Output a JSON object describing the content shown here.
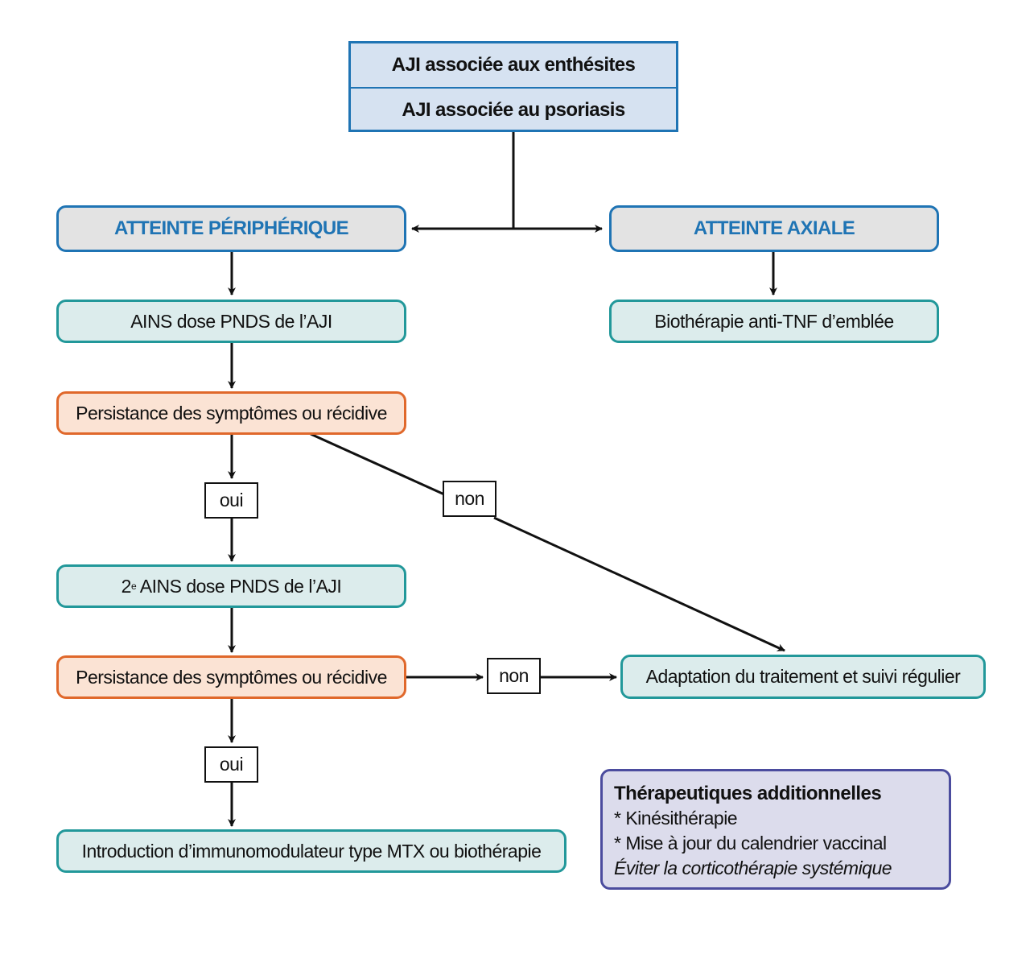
{
  "header": {
    "rows": [
      "AJI associée aux enthésites",
      "AJI associée au psoriasis"
    ]
  },
  "branches": {
    "peripheral": "ATTEINTE PÉRIPHÉRIQUE",
    "axial": "ATTEINTE AXIALE"
  },
  "peripheral_steps": {
    "step1": "AINS dose PNDS de l’AJI",
    "question1": "Persistance des symptômes ou récidive",
    "yes1": "oui",
    "no1": "non",
    "step2_prefix": "2",
    "step2_sup": "e",
    "step2_text": " AINS dose PNDS de l’AJI",
    "question2": "Persistance des symptômes ou récidive",
    "yes2": "oui",
    "no2": "non",
    "step3": "Introduction d’immunomodulateur type MTX ou biothérapie"
  },
  "axial_steps": {
    "step1": "Biothérapie anti-TNF d’emblée"
  },
  "outcome": {
    "adaptation": "Adaptation du traitement et suivi régulier"
  },
  "additional": {
    "title": "Thérapeutiques additionnelles",
    "items": [
      "* Kinésithérapie",
      "* Mise à jour du calendrier vaccinal"
    ],
    "note": "Éviter la corticothérapie systémique"
  },
  "colors": {
    "header_border": "#1f74b4",
    "header_fill": "#d6e2f1",
    "category_text": "#1f74b4",
    "category_fill": "#e3e3e3",
    "step_border": "#22989a",
    "step_fill": "#dcecec",
    "question_border": "#e0682b",
    "question_fill": "#fbe3d4",
    "extra_border": "#4b4c9e",
    "extra_fill": "#dcdcec"
  }
}
